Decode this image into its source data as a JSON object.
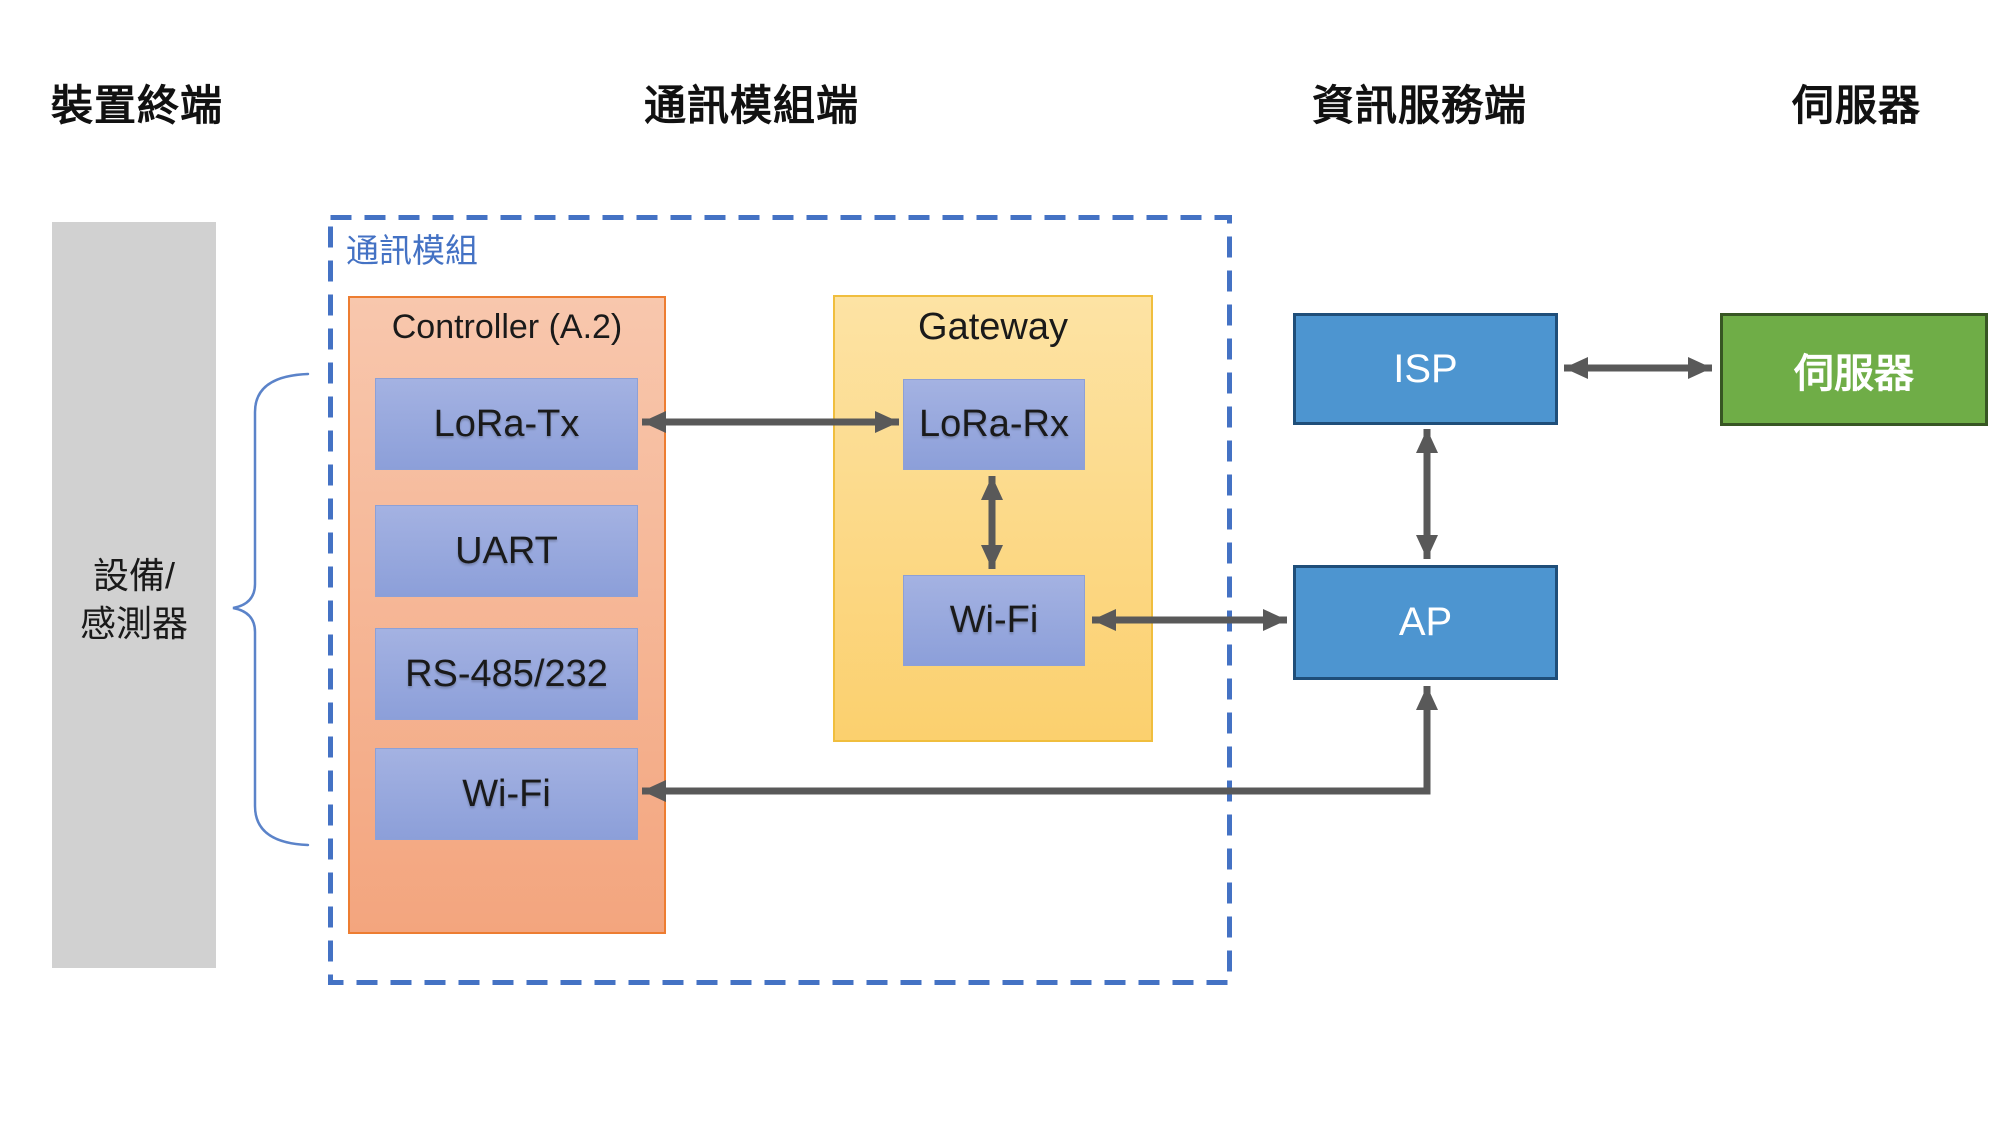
{
  "headers": {
    "device": "裝置終端",
    "comm": "通訊模組端",
    "info": "資訊服務端",
    "server": "伺服器"
  },
  "device_box": {
    "line1": "設備/",
    "line2": "感測器"
  },
  "comm_module": {
    "label": "通訊模組",
    "controller": {
      "title": "Controller (A.2)",
      "modules": [
        "LoRa-Tx",
        "UART",
        "RS-485/232",
        "Wi-Fi"
      ]
    },
    "gateway": {
      "title": "Gateway",
      "modules": [
        "LoRa-Rx",
        "Wi-Fi"
      ]
    }
  },
  "service": {
    "isp": "ISP",
    "ap": "AP"
  },
  "server_box": {
    "label": "伺服器"
  },
  "colors": {
    "dashed_border": "#4472c4",
    "comm_label_text": "#4472c4",
    "controller_border": "#ed7d31",
    "controller_fill_top": "#f8c7ad",
    "controller_fill_bottom": "#f3a57e",
    "module_fill_top": "#a4b2e2",
    "module_fill_bottom": "#8c9fd9",
    "gateway_border": "#f0be3e",
    "gateway_fill_top": "#fde3a4",
    "gateway_fill_bottom": "#fbd06e",
    "service_fill": "#4d95d0",
    "service_border": "#1f4e79",
    "server_fill": "#6fad47",
    "server_border": "#375623",
    "device_fill": "#d1d1d1",
    "arrow": "#595959",
    "brace": "#5b83c9"
  }
}
